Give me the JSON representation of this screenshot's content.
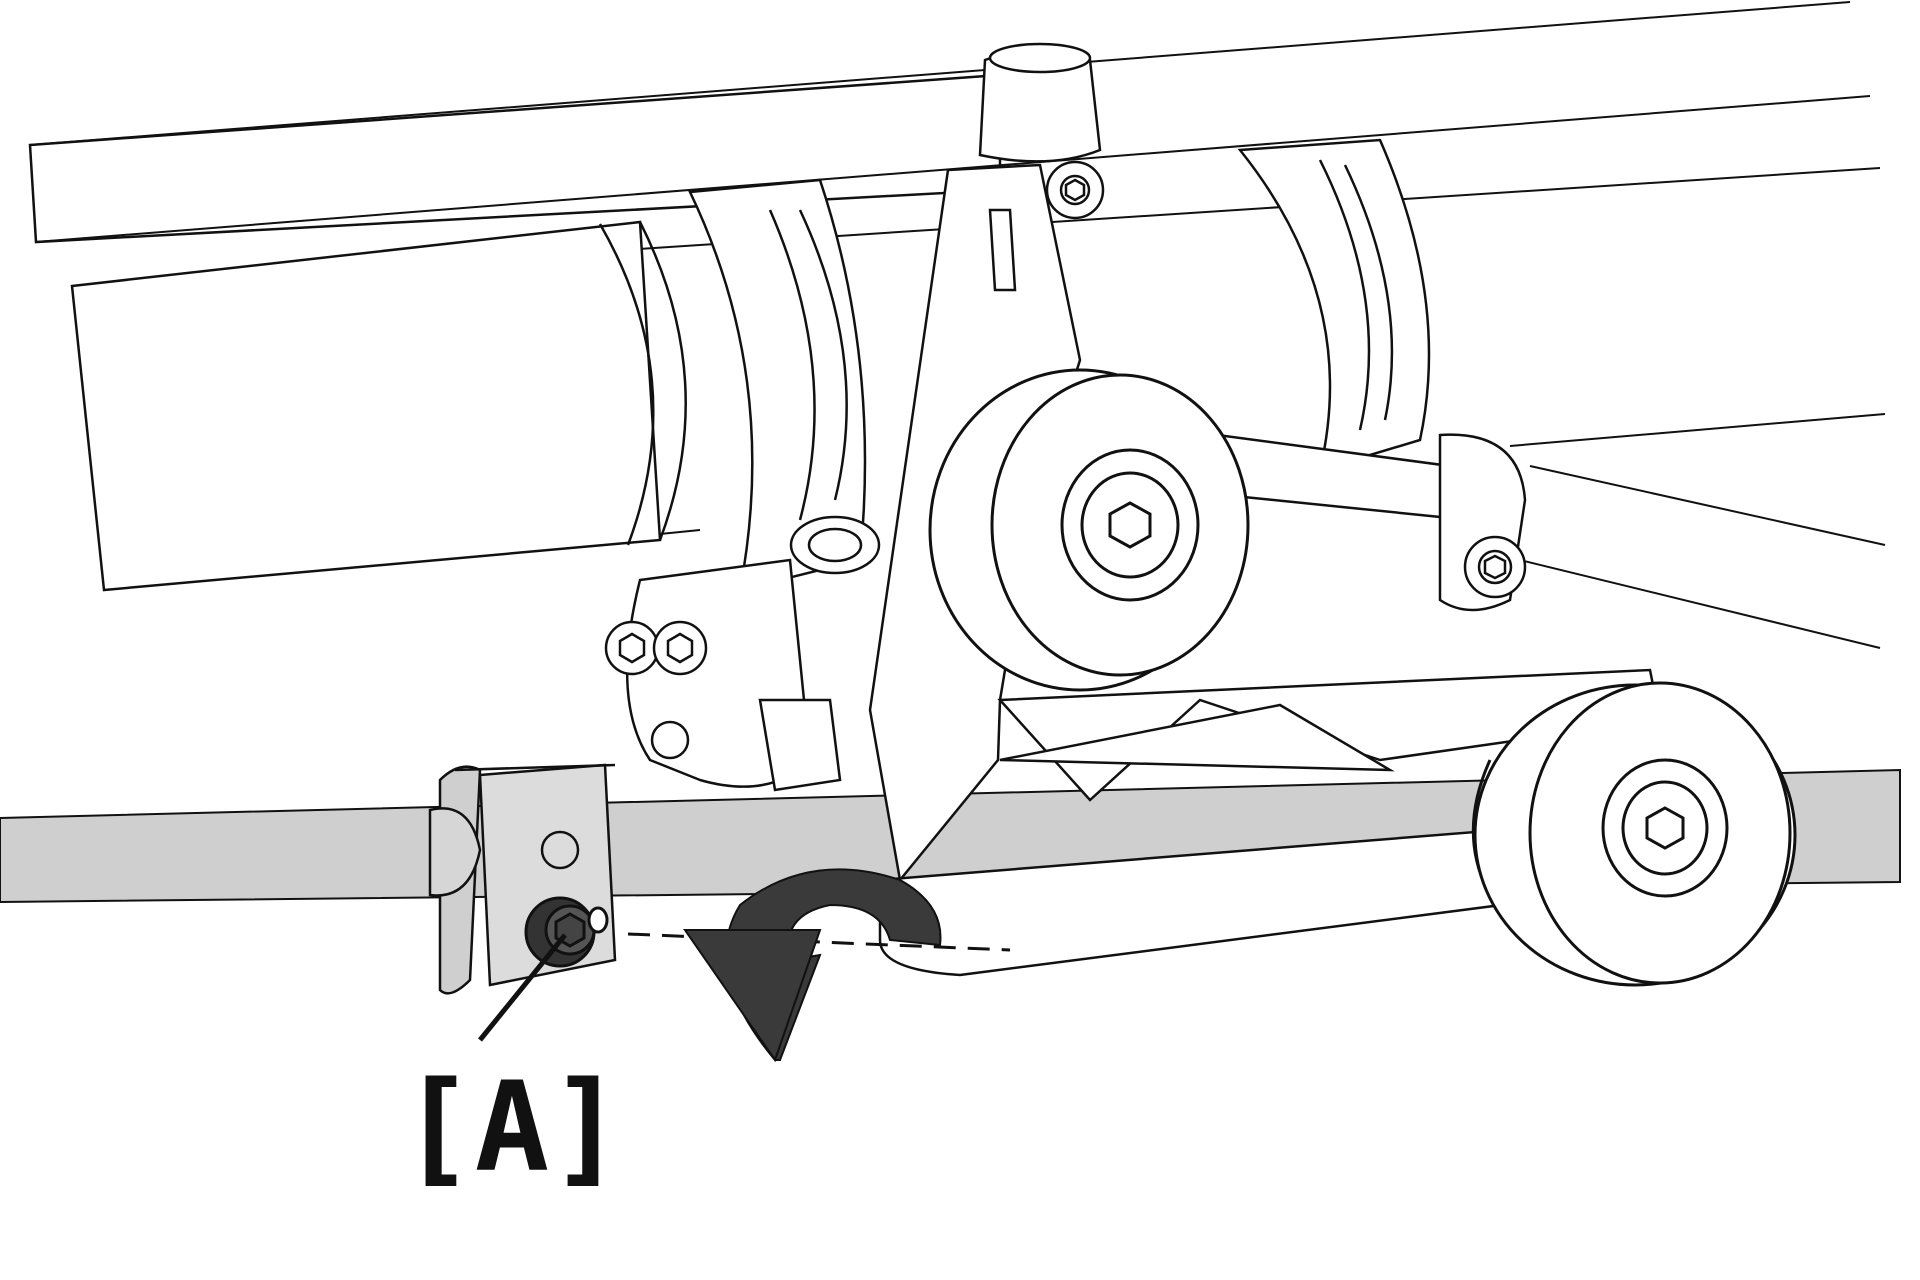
{
  "diagram": {
    "callouts": [
      {
        "id": "A",
        "label": "[A]",
        "target": "clamp-nut"
      }
    ],
    "colors": {
      "line": "#111111",
      "fill": "#ffffff",
      "highlight_bar": "#cfcfcf",
      "arrow": "#3a3a3a",
      "background": "#ffffff"
    },
    "icons": [
      "rotate-counterclockwise-arrow-icon",
      "hex-socket-bolt-icon"
    ]
  }
}
